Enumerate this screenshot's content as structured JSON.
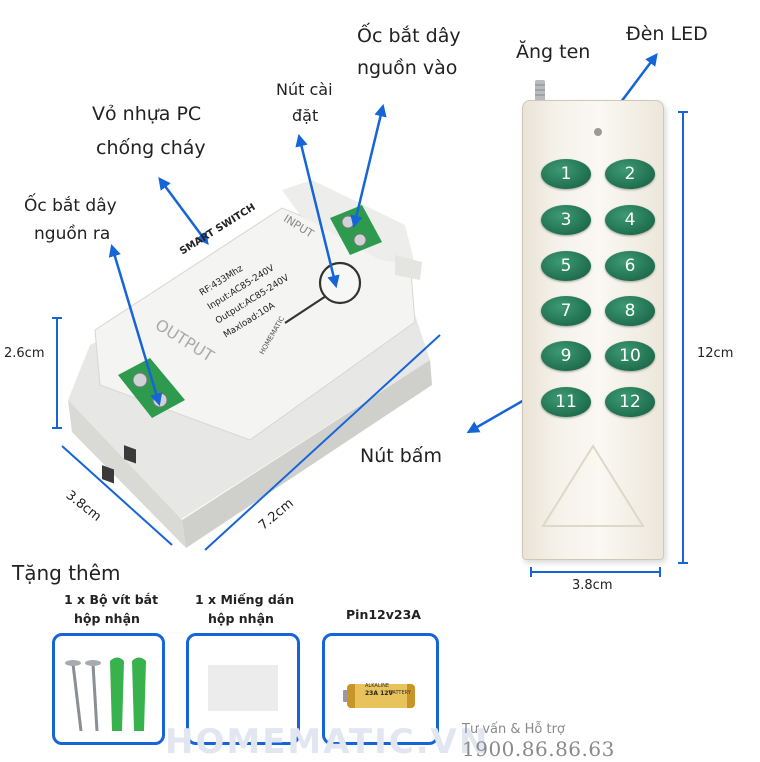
{
  "callouts": {
    "oc_vao": [
      "Ốc bắt dây",
      "nguồn vào"
    ],
    "den_led": "Đèn LED",
    "ang_ten": "Ăng ten",
    "nut_cai_dat": [
      "Nút cài",
      "đặt"
    ],
    "vo_nhua": [
      "Vỏ nhựa PC",
      "chống cháy"
    ],
    "oc_ra": [
      "Ốc bắt dây",
      "nguồn ra"
    ],
    "nut_bam": "Nút bấm"
  },
  "dimensions": {
    "height": "2.6cm",
    "width": "3.8cm",
    "length": "7.2cm",
    "remote_height": "12cm",
    "remote_width": "3.8cm"
  },
  "receiver": {
    "brand": "SMART SWITCH",
    "rf": "RF:433Mhz",
    "input": "Input:AC85-240V",
    "output": "Output:AC85-240V",
    "maxload": "Maxload:10A",
    "input_label": "INPUT",
    "output_label": "OUTPUT",
    "logo_text": "HOMEMATIC"
  },
  "remote": {
    "buttons": [
      "1",
      "2",
      "3",
      "4",
      "5",
      "6",
      "7",
      "8",
      "9",
      "10",
      "11",
      "12"
    ]
  },
  "gifts": {
    "title": "Tặng thêm",
    "items": [
      {
        "label": [
          "1 x Bộ vít bắt",
          "hộp nhận"
        ]
      },
      {
        "label": [
          "1 x Miếng dán",
          "hộp nhận"
        ]
      },
      {
        "label": [
          "Pin12v23A"
        ]
      }
    ],
    "battery_text": [
      "ALKALINE",
      "23A 12V",
      "BATTERY"
    ]
  },
  "footer": {
    "watermark": "HOMEMATIC.VN",
    "hotline_label": "Tư vấn & Hỗ trợ",
    "hotline_number": "1900.86.86.63"
  },
  "colors": {
    "arrow": "#1565d8",
    "button_green": "#1f6e4f",
    "terminal_green": "#2e9a4e"
  }
}
